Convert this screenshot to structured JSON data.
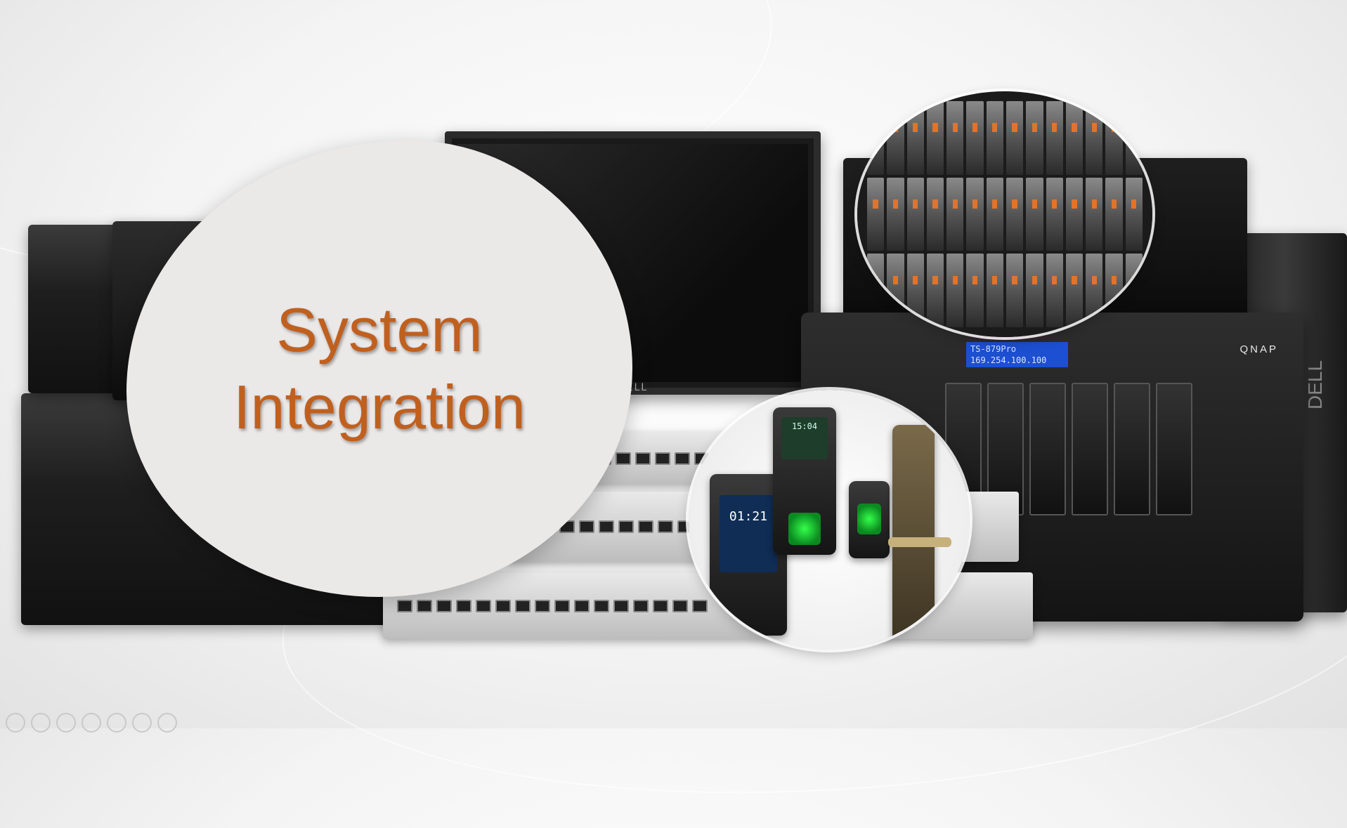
{
  "slide": {
    "title_lines": [
      "System",
      "Integration"
    ],
    "title_color": "#c0601f",
    "accent_green": "#34ff4a"
  },
  "devices": {
    "monitor_brand": "DELL",
    "nas_brand": "QNAP",
    "nas_lcd_line1": "TS-879Pro",
    "nas_lcd_line2": "169.254.100.100",
    "tower_brand": "DELL",
    "reader_time": "01:21",
    "reader2_time": "15:04"
  },
  "pagination": {
    "dot_count": 7
  }
}
